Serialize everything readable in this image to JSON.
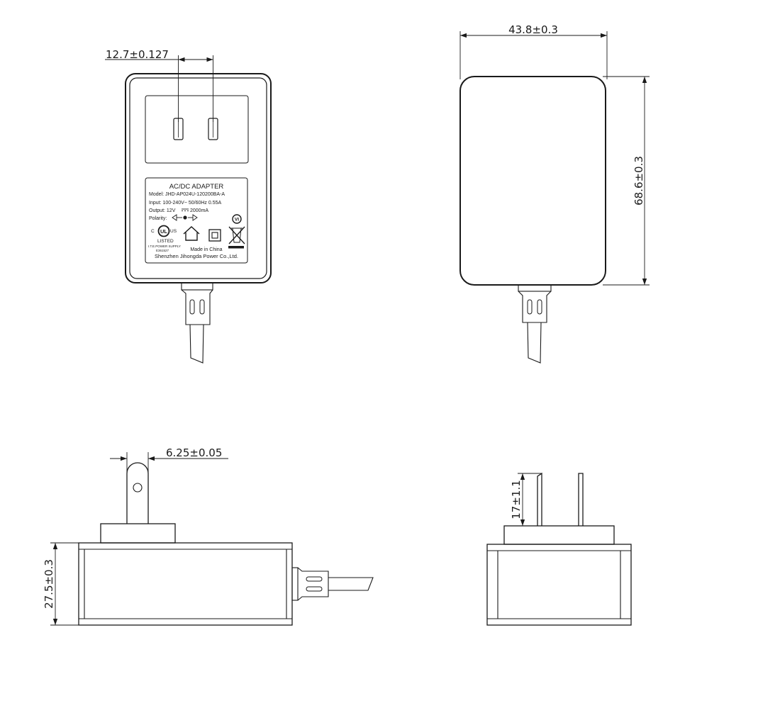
{
  "dimensions": {
    "pin_spacing": "12.7±0.127",
    "width": "43.8±0.3",
    "height": "68.6±0.3",
    "pin_thickness": "6.25±0.05",
    "depth": "27.5±0.3",
    "pin_length": "17±1.1"
  },
  "label": {
    "title": "AC/DC  ADAPTER",
    "model": "Model: JHD-AP024U-120200BA-A",
    "input": "Input: 100-240V~  50/60Hz  0.55A",
    "output": "Output: 12V ",
    "output_current": "2000mA",
    "polarity": "Polarity:",
    "ul_c": "C",
    "ul_mark": "UL",
    "ul_us": "US",
    "listed": "LISTED",
    "ite": "I.T.E.POWER SUPPLY",
    "file_no": "E361527",
    "vi_mark": "VI",
    "made_in": "Made in China",
    "manufacturer": "Shenzhen Jihongda Power Co.,Ltd."
  }
}
